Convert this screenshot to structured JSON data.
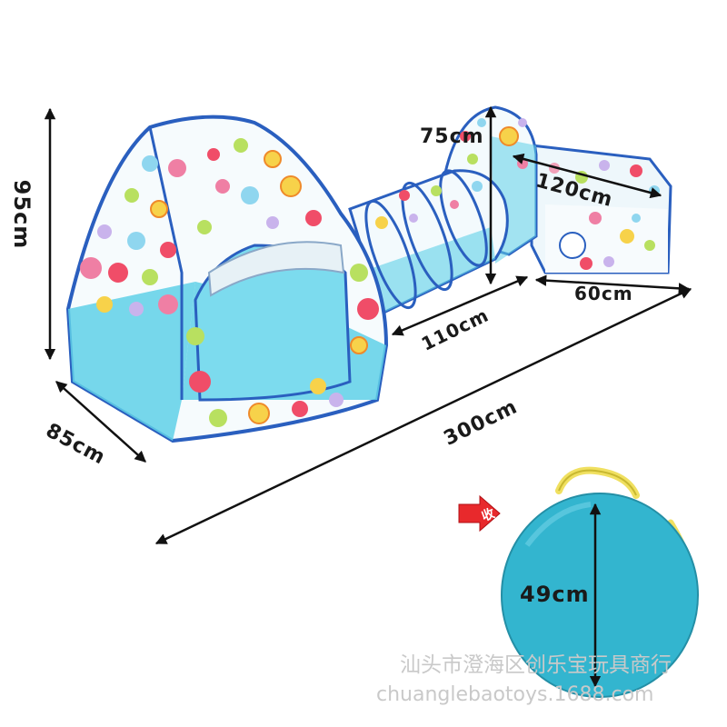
{
  "dimensions": {
    "height_tent": "95cm",
    "depth_tent": "85cm",
    "height_tube_cube": "75cm",
    "length_cube_side": "120cm",
    "tunnel_length": "110cm",
    "cube_width": "60cm",
    "total_length": "300cm",
    "folded_diameter": "49cm"
  },
  "fold_badge_char": "收",
  "watermark": {
    "line1": "汕头市澄海区创乐宝玩具商行",
    "line2": "chuanglebaotoys.1688.com"
  },
  "colors": {
    "tent_blue": "#5fd0e8",
    "trim_blue": "#2a5fbf",
    "pouch_teal": "#33b5cf",
    "handle_yellow": "#f0e060"
  }
}
